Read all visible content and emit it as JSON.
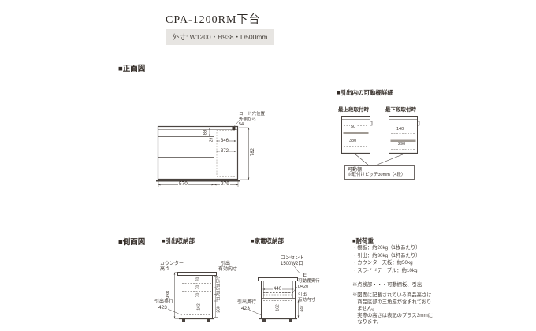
{
  "page": {
    "title": "CPA-1200RM下台",
    "outer_dimensions": "外寸: W1200・H938・D500mm"
  },
  "front_view": {
    "heading": "■正面図",
    "cord_hole_note": {
      "l1": "コード穴位置",
      "l2": "外側から",
      "l3": "54"
    },
    "dims": {
      "h88": "88",
      "h29": "29",
      "w346": "346",
      "w372": "372",
      "h782": "782",
      "w570": "570",
      "w279": "279"
    }
  },
  "shelf_detail": {
    "heading": "■引出内の可動棚詳細",
    "top_case_label": "最上段取付時",
    "bottom_case_label": "最下段取付時",
    "top_case": {
      "upper": "50",
      "lower": "380"
    },
    "bottom_case": {
      "upper": "140",
      "lower": "290"
    },
    "note": {
      "l1": "可動棚",
      "l2": "※取付けピッチ30mm（4段）"
    }
  },
  "side_view": {
    "heading": "■側面図",
    "drawer_section": {
      "heading": "■引出収納部",
      "counter_label": {
        "l1": "カウンター",
        "l2": "高さ"
      },
      "total_height": "938",
      "eff_label": {
        "l1": "引出",
        "l2": "有効内寸"
      },
      "eff_dims": [
        "79",
        "115",
        "115",
        "115",
        "268"
      ],
      "inner_dims": [
        "70",
        "70",
        "70",
        "162"
      ],
      "depth_label": "引出奥行",
      "depth_value": "423"
    },
    "appliance_section": {
      "heading": "■家電収納部",
      "outlet": {
        "l1": "コンセント",
        "l2": "1500W2口"
      },
      "inner_width": "440",
      "shelf_depth": {
        "l1": "可動棚奥行",
        "l2": "D420"
      },
      "eff_label": {
        "l1": "引出",
        "l2": "有効内寸"
      },
      "eff_height": "447",
      "inner_dim": "162",
      "depth_label": "引出奥行",
      "depth_value": "423"
    }
  },
  "load_capacity": {
    "heading": "■耐荷重",
    "items": [
      "・棚板：約20kg（1枚あたり）",
      "・引出：約30kg（1杯あたり）",
      "・カウンター天板：約50kg",
      "・スライドテーブル：約10kg"
    ],
    "notes": [
      "※点検部・・・可動棚板、引出",
      "※図面に記載されている商品高さは",
      "　商品底部の三角座が含まれており",
      "　ません。",
      "　実際の高さは表記のプラス3mmに",
      "　なります。"
    ]
  }
}
